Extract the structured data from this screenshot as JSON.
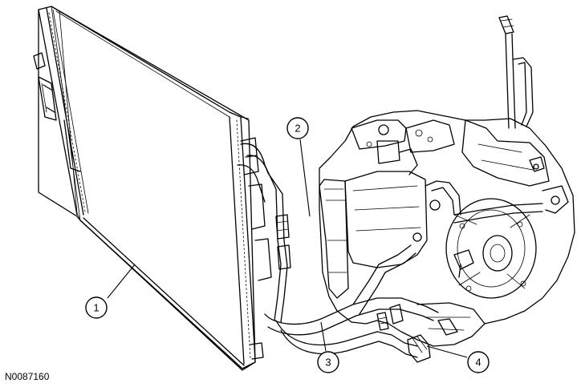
{
  "figure_id": "N0087160",
  "callouts": {
    "c1": "1",
    "c2": "2",
    "c3": "3",
    "c4": "4"
  },
  "icons": {
    "condenser": "condenser-illustration",
    "transaxle": "transaxle-illustration",
    "lines": "cooler-lines-illustration"
  }
}
